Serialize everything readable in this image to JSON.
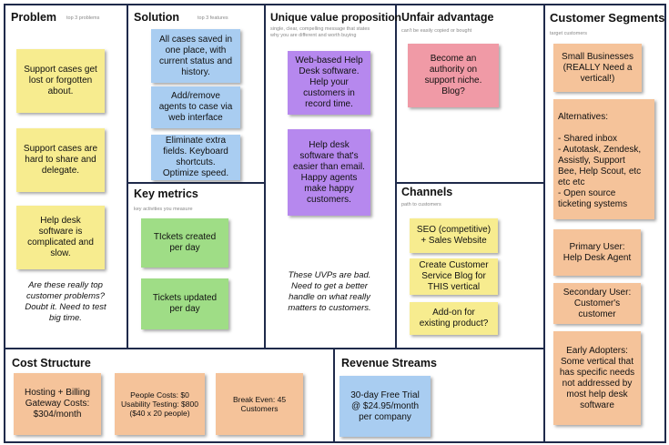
{
  "sections": {
    "problem": {
      "title": "Problem",
      "subtitle": "top 3 problems"
    },
    "solution": {
      "title": "Solution",
      "subtitle": "top 3 features"
    },
    "uvp": {
      "title": "Unique value proposition",
      "subtitle": "single, clear, compelling message that states\nwhy you are different and worth buying"
    },
    "unfair": {
      "title": "Unfair advantage",
      "subtitle": "can't be easily copied or bought"
    },
    "segments": {
      "title": "Customer Segments",
      "subtitle": "target customers"
    },
    "metrics": {
      "title": "Key metrics",
      "subtitle": "key activities you measure"
    },
    "channels": {
      "title": "Channels",
      "subtitle": "path to customers"
    },
    "cost": {
      "title": "Cost Structure"
    },
    "revenue": {
      "title": "Revenue Streams"
    }
  },
  "notes": {
    "problem_1": "Support cases get\nlost or forgotten\nabout.",
    "problem_2": "Support cases are\nhard to share and\ndelegate.",
    "problem_3": "Help desk\nsoftware is\ncomplicated and\nslow.",
    "problem_comment": "Are these really top\ncustomer problems?\nDoubt it.  Need to test\nbig time.",
    "solution_1": "All cases saved in\none place, with\ncurrent status and\nhistory.",
    "solution_2": "Add/remove\nagents to case via\nweb interface",
    "solution_3": "Eliminate extra\nfields. Keyboard\nshortcuts.\nOptimize speed.",
    "uvp_1": "Web-based Help\nDesk software.\nHelp your\ncustomers in\nrecord time.",
    "uvp_2": "Help desk\nsoftware that's\neasier than email.\nHappy agents\nmake happy\ncustomers.",
    "uvp_comment": "These UVPs are bad.\nNeed to get a better\nhandle on what really\nmatters to customers.",
    "unfair_1": "Become an\nauthority on\nsupport niche.\nBlog?",
    "metrics_1": "TIckets created\nper day",
    "metrics_2": "Tickets updated\nper day",
    "channels_1": "SEO (competitive)\n+ Sales Website",
    "channels_2": "Create Customer\nService Blog for\nTHIS vertical",
    "channels_3": "Add-on for\nexisting product?",
    "segments_1": "Small Businesses\n(REALLY Need a\nvertical!)",
    "segments_2": "Alternatives:\n\n- Shared inbox\n- Autotask, Zendesk,\nAssistly, Support\nBee, Help Scout, etc\netc etc\n- Open source\nticketing systems",
    "segments_3": "Primary User:\nHelp Desk Agent",
    "segments_4": "Secondary User:\nCustomer's\ncustomer",
    "segments_5": "Early Adopters:\nSome vertical that\nhas specific needs\nnot addressed by\nmost help desk\nsoftware",
    "cost_1": "Hosting + Billing\nGateway Costs:\n$304/month",
    "cost_2": "People Costs:  $0\nUsability Testing: $800\n($40 x 20 people)",
    "cost_3": "Break Even:  45\nCustomers",
    "revenue_1": "30-day Free Trial\n@ $24.95/month\nper company"
  },
  "colors": {
    "yellow": "#f7ec8f",
    "blue": "#a9cdf1",
    "purple": "#b688ee",
    "pink": "#f09aa6",
    "green": "#9fdd86",
    "orange": "#f5c39a",
    "border": "#1f2a4a"
  }
}
